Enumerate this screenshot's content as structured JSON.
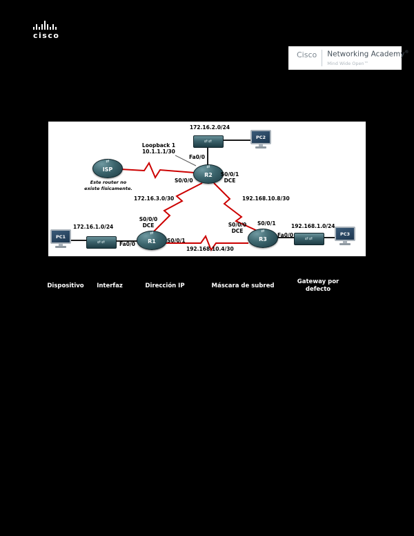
{
  "brand": {
    "logo_text": "cisco",
    "badge_brand": "Cisco",
    "badge_academy": "Networking Academy",
    "badge_registered": "®",
    "badge_tagline": "Mind Wide Open™"
  },
  "diagram": {
    "serial_color": "#cc0000",
    "ethernet_color": "#1a1a1a",
    "networks": {
      "top": "172.16.2.0/24",
      "left": "172.16.1.0/24",
      "right": "192.168.1.0/24",
      "r1_r2": "172.16.3.0/30",
      "r2_r3": "192.168.10.8/30",
      "r1_r3": "192.168.10.4/30"
    },
    "loopback_line1": "Loopback 1",
    "loopback_line2": "10.1.1.1/30",
    "isp_note_line1": "Este router no",
    "isp_note_line2": "existe físicamente.",
    "devices": {
      "isp": "ISP",
      "r1": "R1",
      "r2": "R2",
      "r3": "R3",
      "pc1": "PC1",
      "pc2": "PC2",
      "pc3": "PC3"
    },
    "ifaces": {
      "r2_fa": "Fa0/0",
      "r2_s0": "S0/0/0",
      "r2_s1": "S0/0/1",
      "r2_dce": "DCE",
      "r1_s0": "S0/0/0",
      "r1_dce": "DCE",
      "r1_s1": "S0/0/1",
      "r1_fa": "Fa0/0",
      "r3_s1": "S0/0/1",
      "r3_s0": "S0/0/0",
      "r3_dce": "DCE",
      "r3_fa": "Fa0/0"
    }
  },
  "table": {
    "headers": [
      "Dispositivo",
      "Interfaz",
      "Dirección IP",
      "Máscara de subred",
      "Gateway por defecto"
    ]
  }
}
